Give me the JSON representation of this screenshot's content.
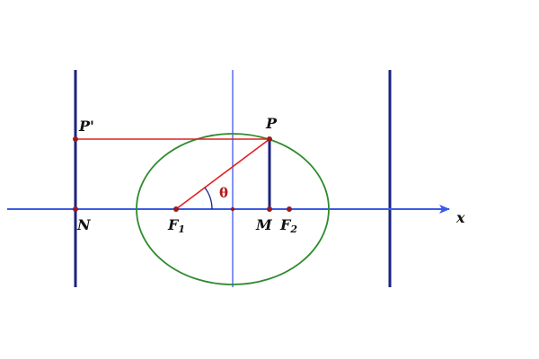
{
  "diagram": {
    "labels": {
      "p_prime": "P'",
      "p": "P",
      "n": "N",
      "f1_main": "F",
      "f1_sub": "1",
      "m": "M",
      "f2_main": "F",
      "f2_sub": "2",
      "x_axis": "x",
      "theta": "θ"
    },
    "colors": {
      "axis": "#3a5be8",
      "directrix": "#1a237e",
      "ellipse": "#2e8b2e",
      "construction": "#e02020",
      "point": "#9b1b1b",
      "angle": "#b01818"
    }
  }
}
